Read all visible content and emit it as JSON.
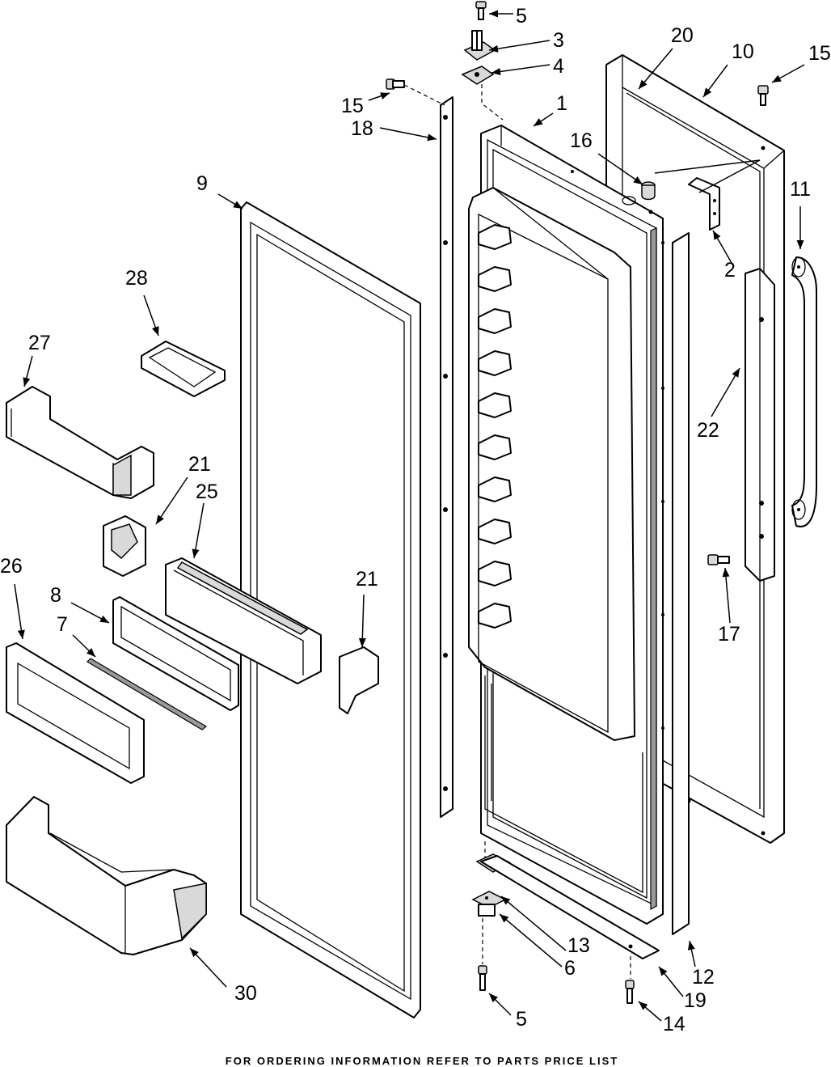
{
  "footer": "FOR ORDERING INFORMATION REFER TO PARTS PRICE LIST",
  "callouts": {
    "c1": "1",
    "c2": "2",
    "c3": "3",
    "c4": "4",
    "c5_top": "5",
    "c5_bottom": "5",
    "c6": "6",
    "c7": "7",
    "c8": "8",
    "c9": "9",
    "c10": "10",
    "c11": "11",
    "c12": "12",
    "c13": "13",
    "c14": "14",
    "c15_left": "15",
    "c15_right": "15",
    "c16": "16",
    "c17": "17",
    "c18": "18",
    "c19": "19",
    "c20": "20",
    "c21_top": "21",
    "c21_mid": "21",
    "c22": "22",
    "c25": "25",
    "c26": "26",
    "c27": "27",
    "c28": "28",
    "c30": "30"
  }
}
